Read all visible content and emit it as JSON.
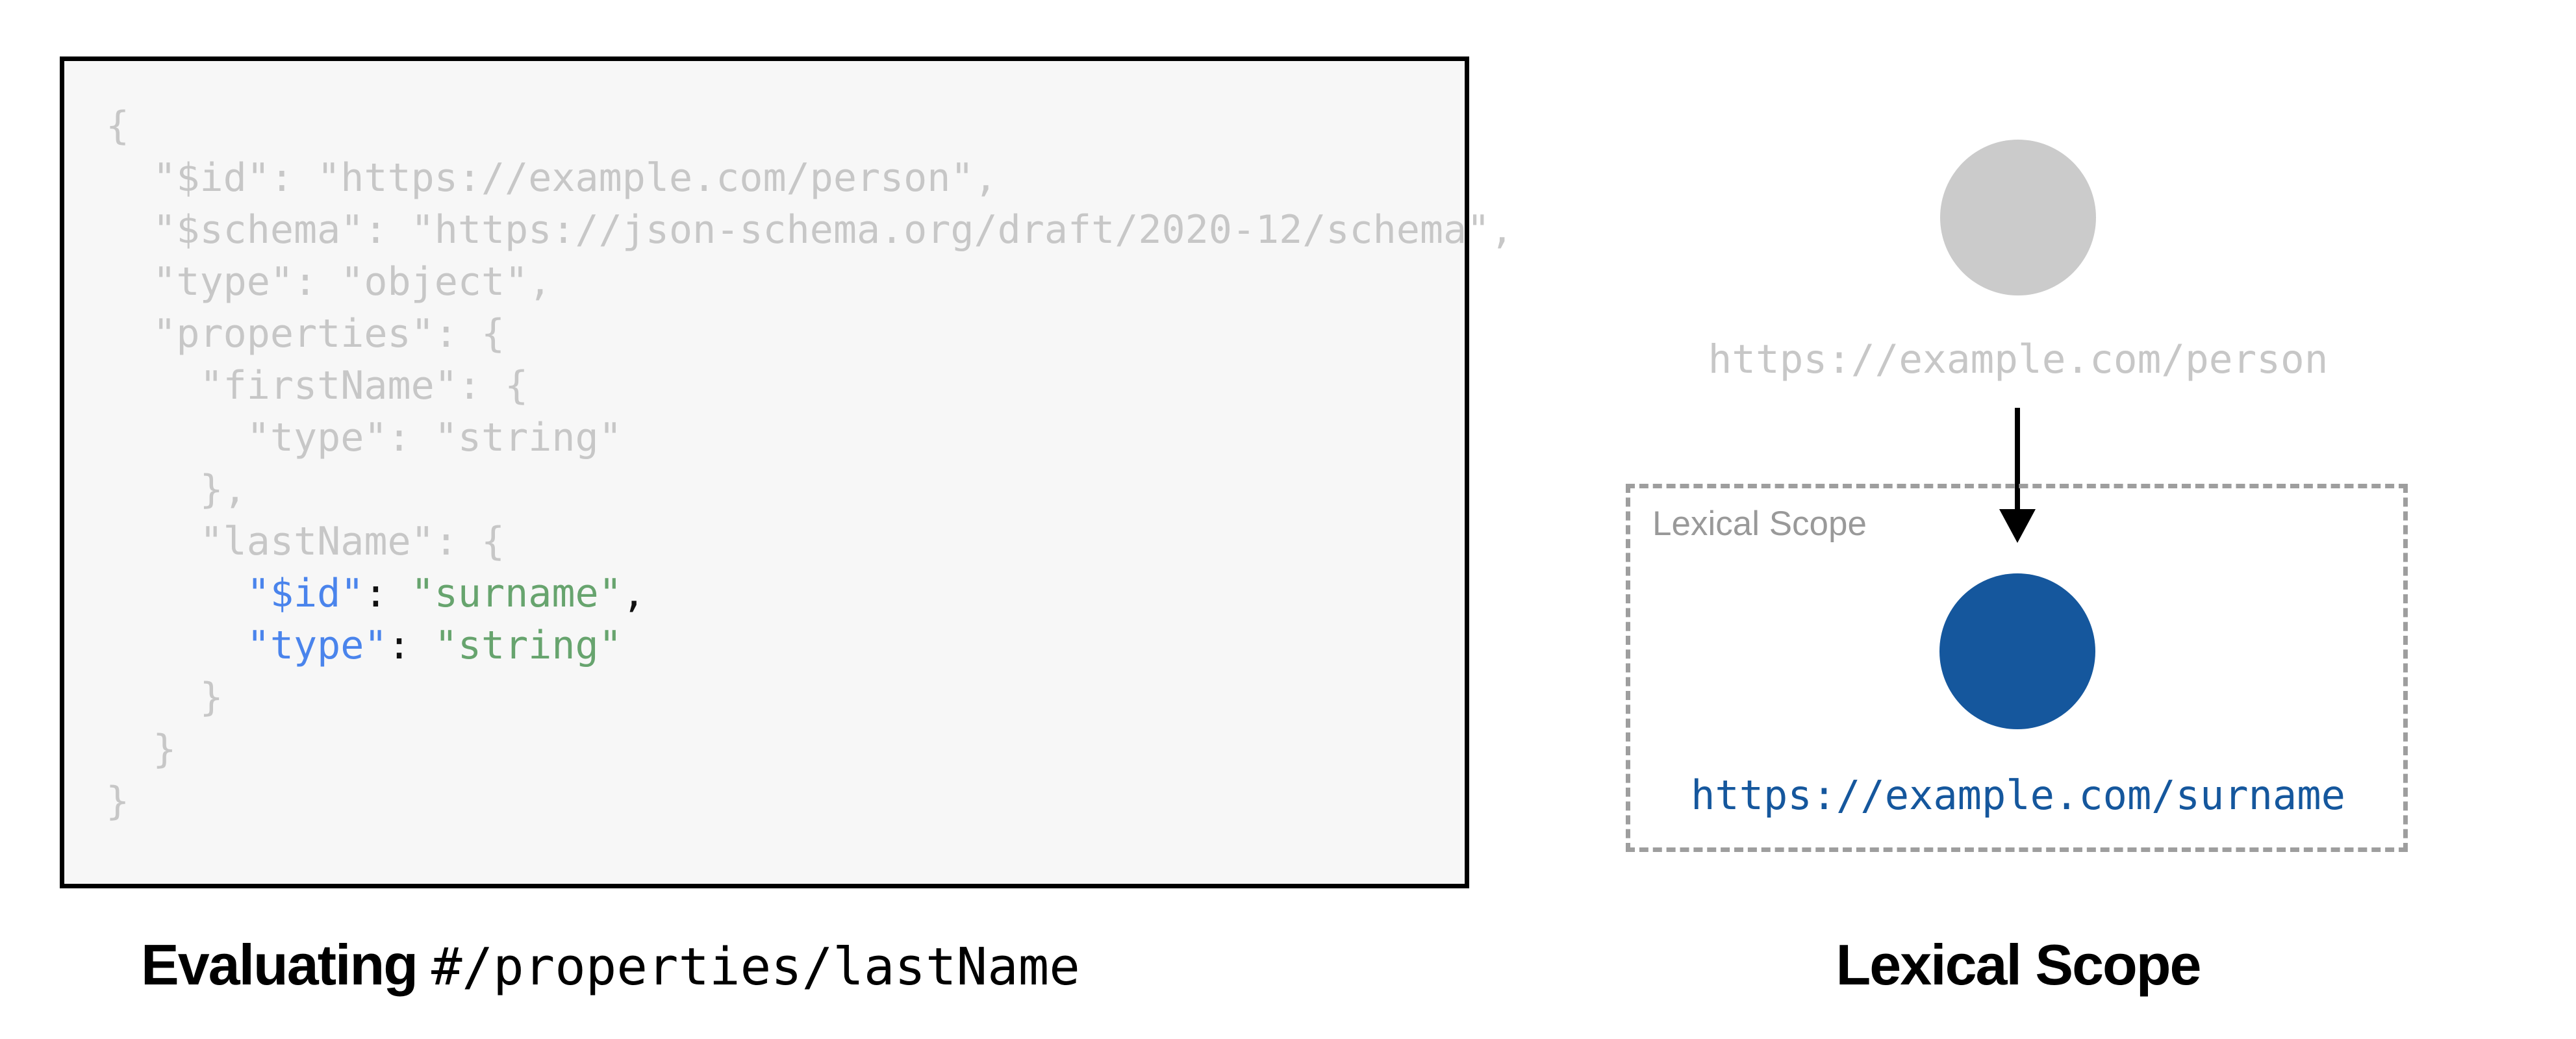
{
  "figure": {
    "left": {
      "caption_bold": "Evaluating",
      "caption_pointer": "#/properties/lastName",
      "code_lines": [
        {
          "text": "{"
        },
        {
          "text": "  \"$id\": \"https://example.com/person\","
        },
        {
          "text": "  \"$schema\": \"https://json-schema.org/draft/2020-12/schema\","
        },
        {
          "text": "  \"type\": \"object\","
        },
        {
          "text": "  \"properties\": {"
        },
        {
          "text": "    \"firstName\": {"
        },
        {
          "text": "      \"type\": \"string\""
        },
        {
          "text": "    },"
        },
        {
          "text": "    \"lastName\": {"
        },
        {
          "tokens": {
            "indent": "      ",
            "key": "\"$id\"",
            "sep": ": ",
            "value": "\"surname\"",
            "tail": ","
          }
        },
        {
          "tokens": {
            "indent": "      ",
            "key": "\"type\"",
            "sep": ": ",
            "value": "\"string\"",
            "tail": ""
          }
        },
        {
          "text": "    }"
        },
        {
          "text": "  }"
        },
        {
          "text": "}"
        }
      ]
    },
    "right": {
      "parent_uri": "https://example.com/person",
      "scope_label": "Lexical Scope",
      "child_uri": "https://example.com/surname",
      "caption": "Lexical Scope"
    },
    "colors": {
      "panel_bg": "#f7f7f7",
      "code_default": "#c7c7c7",
      "code_key": "#4a84ec",
      "code_string": "#67a46e",
      "code_punct": "#111111",
      "parent_node": "#cbcbcb",
      "child_node": "#15579d",
      "scope_border": "#9e9e9e"
    }
  }
}
